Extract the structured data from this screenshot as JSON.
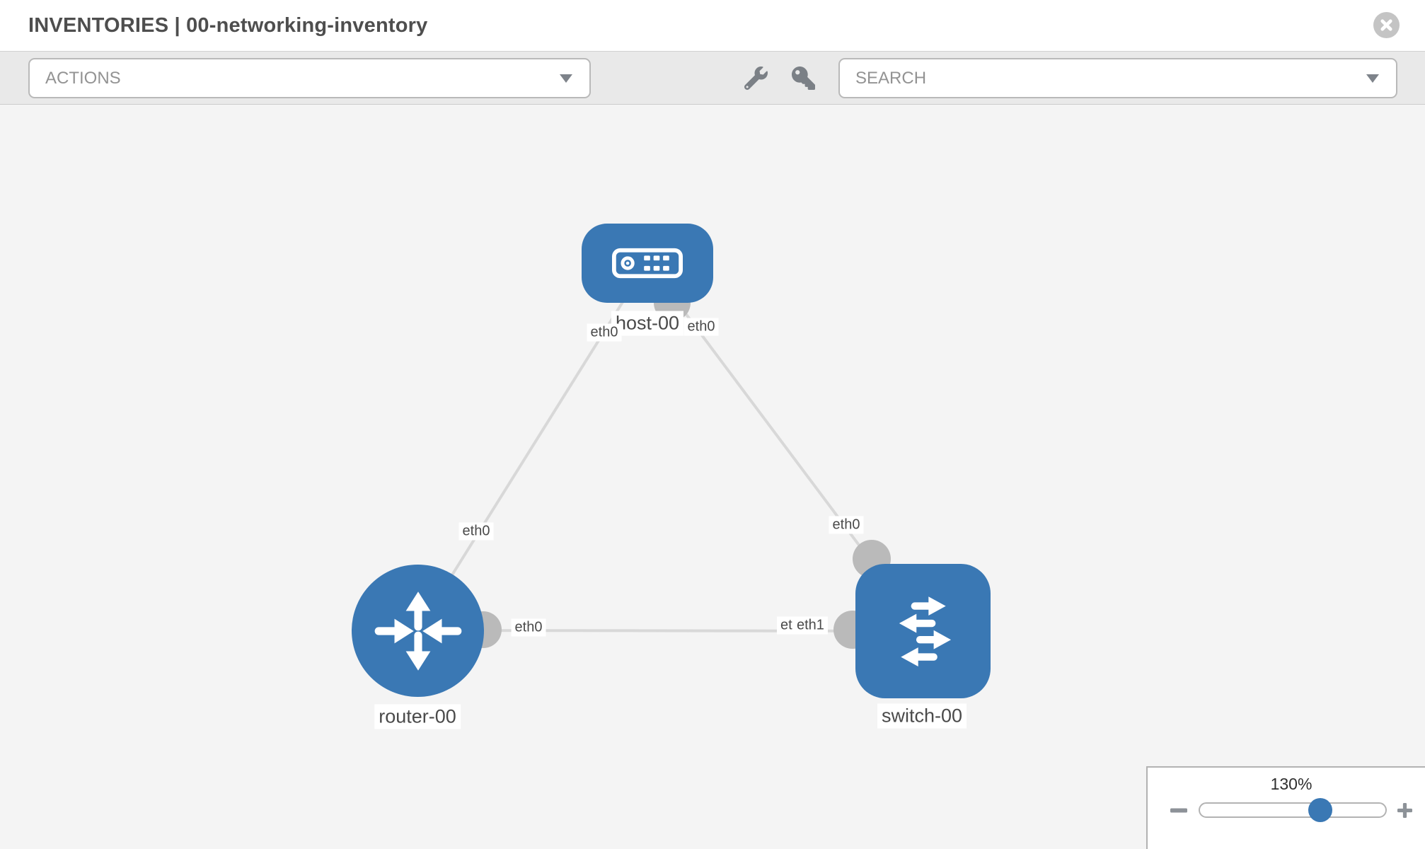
{
  "header": {
    "title": "INVENTORIES | 00-networking-inventory"
  },
  "toolbar": {
    "actions_label": "ACTIONS",
    "search_label": "SEARCH",
    "icons": [
      "wrench-icon",
      "key-icon",
      "caret-down-icon"
    ]
  },
  "topology": {
    "nodes": [
      {
        "label": "host-00",
        "type": "host"
      },
      {
        "label": "router-00",
        "type": "router"
      },
      {
        "label": "switch-00",
        "type": "switch"
      }
    ],
    "links": [
      {
        "from": "host-00",
        "to": "router-00",
        "from_interface": "eth0",
        "to_interface": "eth0"
      },
      {
        "from": "host-00",
        "to": "switch-00",
        "from_interface": "eth0",
        "to_interface": "eth0"
      },
      {
        "from": "router-00",
        "to": "switch-00",
        "from_interface": "eth0",
        "to_interface": "eth1"
      }
    ],
    "interfaces": {
      "host_left": "eth0",
      "host_right": "eth0",
      "host_router_link": "eth0",
      "host_switch_link": "eth0",
      "router_right": "eth0",
      "switch_left_rear": "eth0",
      "switch_left_front": "eth1"
    }
  },
  "zoom_control": {
    "level": "130%",
    "minus_icon": "minus-icon",
    "plus_icon": "plus-icon"
  },
  "colors": {
    "node_blue": "#3a78b4",
    "link_gray": "#d8d8d8",
    "connector_gray": "#bababa",
    "toolbar_gray": "#e9e9e9",
    "canvas_gray": "#f4f4f4",
    "text_dark": "#4e4e4e"
  }
}
